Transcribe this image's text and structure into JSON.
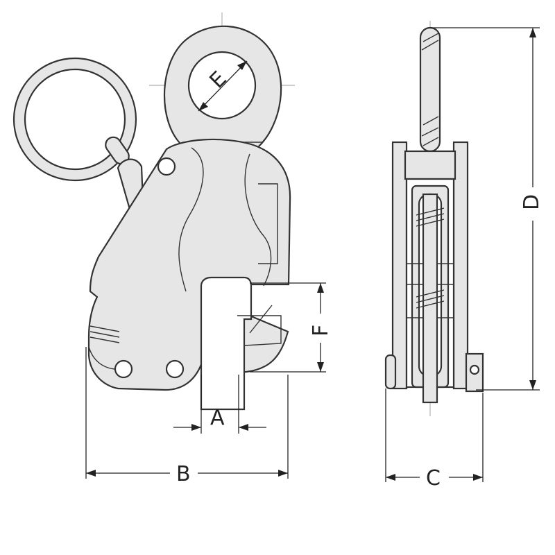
{
  "drawing": {
    "colors": {
      "fill": "#e6e6e6",
      "line": "#333333",
      "centerline": "#9a9a9a",
      "dimension": "#222222"
    },
    "dimensions": {
      "a": "A",
      "b": "B",
      "c": "C",
      "d": "D",
      "e": "E",
      "f": "F"
    }
  }
}
